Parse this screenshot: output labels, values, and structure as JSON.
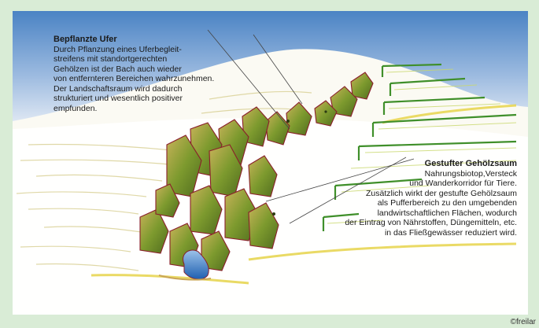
{
  "annotations": {
    "left": {
      "title": "Bepflanzte Ufer",
      "lines": [
        "Durch Pflanzung eines Uferbegleit-",
        "streifens mit standortgerechten",
        "Gehölzen ist der Bach auch wieder",
        "von entfernteren Bereichen wahrzunehmen.",
        "Der Landschaftsraum wird dadurch",
        "strukturiert und wesentlich positiver",
        "empfunden."
      ]
    },
    "right": {
      "title": "Gestufter Gehölzsaum",
      "lines": [
        "Nahrungsbiotop,Versteck",
        "und Wanderkorridor für Tiere.",
        "Zusätzlich wirkt der gestufte Gehölzsaum",
        "als Pufferbereich zu den umgebenden",
        "landwirtschaftlichen Flächen, wodurch",
        "der Eintrag von Nährstoffen, Düngemitteln, etc.",
        "in das Fließgewässer reduziert wird."
      ]
    }
  },
  "credit": "©freilar",
  "colors": {
    "frame": "#d9ecd6",
    "sky_top": "#4a83c4",
    "sky_bottom": "#dfe9f5",
    "shrub": "#6f8e2a",
    "stream": "#2d6fbf"
  }
}
